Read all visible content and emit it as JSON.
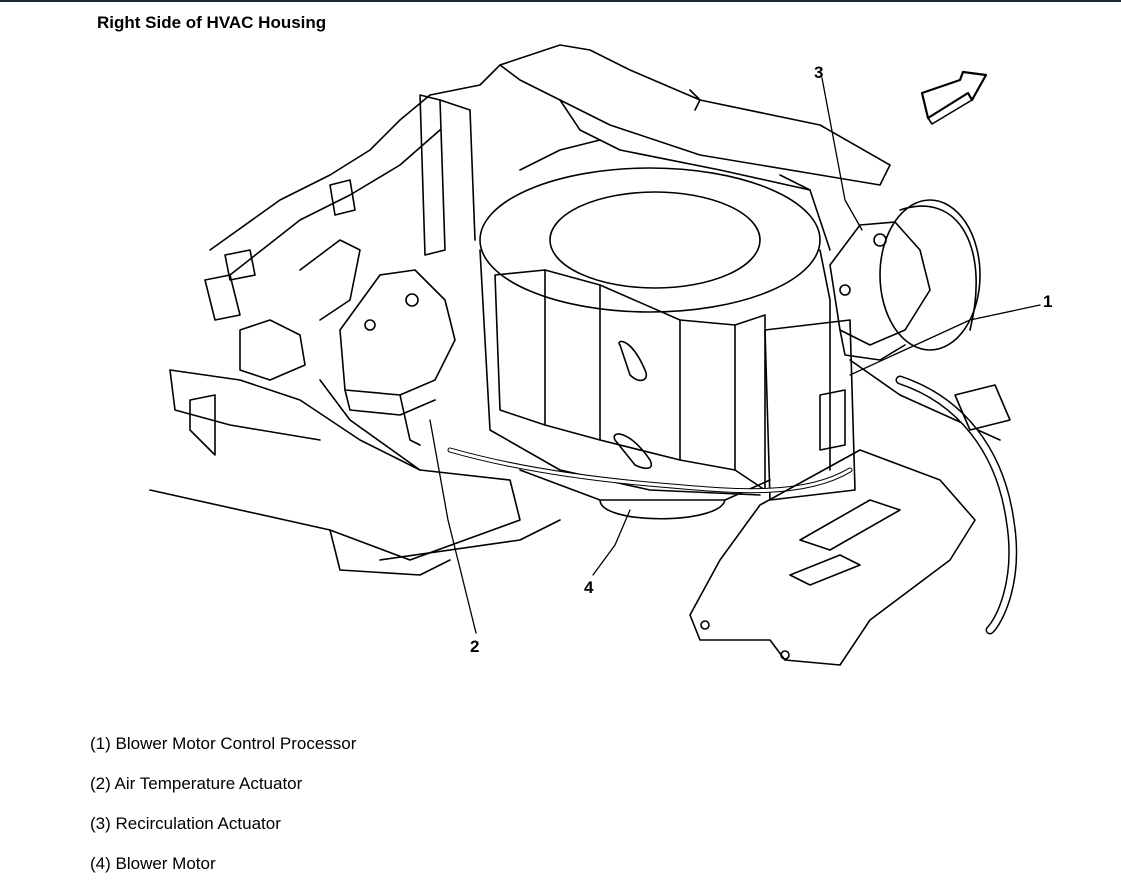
{
  "title": "Right Side of HVAC Housing",
  "callouts": [
    "1",
    "2",
    "3",
    "4"
  ],
  "legend": [
    "(1) Blower Motor Control Processor",
    "(2) Air Temperature Actuator",
    "(3) Recirculation Actuator",
    "(4) Blower Motor"
  ]
}
